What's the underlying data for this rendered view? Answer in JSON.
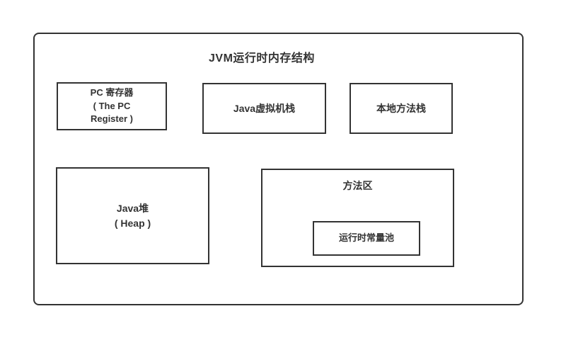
{
  "diagram": {
    "title": "JVM运行时内存结构",
    "colors": {
      "border": "#333333",
      "text": "#333333",
      "background": "#ffffff"
    },
    "nodes": {
      "pc_register": {
        "lines": [
          "PC 寄存器",
          "( The PC",
          "Register )"
        ]
      },
      "vm_stack": {
        "label": "Java虚拟机栈"
      },
      "native_method_stack": {
        "label": "本地方法栈"
      },
      "heap": {
        "lines": [
          "Java堆",
          "( Heap )"
        ]
      },
      "method_area": {
        "label": "方法区"
      },
      "runtime_constant_pool": {
        "label": "运行时常量池"
      }
    }
  }
}
